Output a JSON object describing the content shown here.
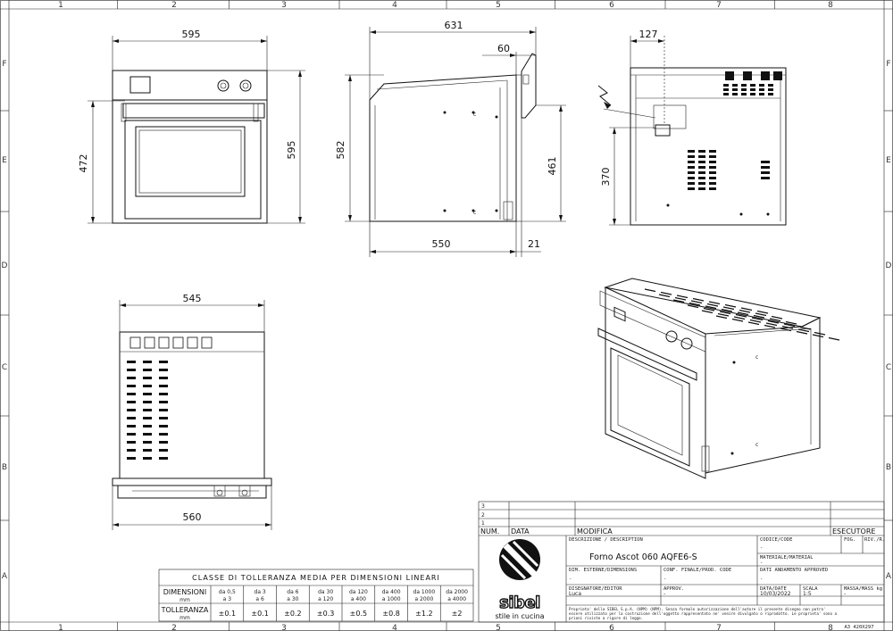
{
  "grid": {
    "cols": [
      "1",
      "2",
      "3",
      "4",
      "5",
      "6",
      "7",
      "8"
    ],
    "rows": [
      "F",
      "E",
      "D",
      "C",
      "B",
      "A"
    ]
  },
  "dims": {
    "front_width": "595",
    "front_height_total": "595",
    "front_height_inner": "472",
    "side_depth_total": "631",
    "side_door": "60",
    "side_height": "582",
    "side_front_height": "461",
    "side_depth_body": "550",
    "side_front_thick": "21",
    "rear_offset": "127",
    "rear_height": "370",
    "top_width_body": "545",
    "top_width_front": "560"
  },
  "tolerance": {
    "title": "CLASSE DI TOLLERANZA MEDIA PER DIMENSIONI LINEARI",
    "row1_label": "DIMENSIONI",
    "row1_unit": "mm",
    "row2_label": "TOLLERANZA",
    "row2_unit": "mm",
    "ranges_top": [
      "da 0,5",
      "da 3",
      "da 6",
      "da 30",
      "da 120",
      "da 400",
      "da 1000",
      "da 2000"
    ],
    "ranges_bot": [
      "a 3",
      "a 6",
      "a 30",
      "a 120",
      "a 400",
      "a 1000",
      "a 2000",
      "a 4000"
    ],
    "values": [
      "±0.1",
      "±0.1",
      "±0.2",
      "±0.3",
      "±0.5",
      "±0.8",
      "±1.2",
      "±2"
    ]
  },
  "titleblock": {
    "rev_rows": [
      "3",
      "2",
      "1"
    ],
    "num_label": "NUM.",
    "data_label": "DATA",
    "modifica_label": "MODIFICA",
    "esecutore_label": "ESECUTORE",
    "descr_label": "DESCRIZIONE / DESCRIPTION",
    "descr_value": "Forno Ascot 060 AQFE6-S",
    "codice_label": "CODICE/CODE",
    "codice_value": "-",
    "fogl_label": "FOG.",
    "rev_label": "RIV./R.",
    "materiale_label": "MATERIALE/MATERIAL",
    "materiale_value": "-",
    "dim_label": "DIM. ESTERNE/DIMENSIONS",
    "dim_value": "-",
    "conf_label": "CONF. FINALE/PROD. CODE",
    "conf_value": "-",
    "appr_label": "DATI ANDAMENTO APPROVED",
    "appr_value": "-",
    "disegnatore_label": "DISEGNATORE/EDITOR",
    "disegnatore_value": "Luca",
    "approv_label": "APPROV.",
    "approv_value": "-",
    "data2_label": "DATA/DATE",
    "data2_value": "10/03/2022",
    "scala_label": "SCALA",
    "scala_value": "1:5",
    "massa_label": "MASSA/MASS kg",
    "massa_value": "-",
    "legal_1": "Proprieta' della SIBEL S.p.A. (NPM) (NPM). Senza formale autorizzazione dell'autore il presente disegno non potra'",
    "legal_2": "essere utilizzato per la costruzione dell'oggetto rappresentato ne' venire divulgato o riprodotto. Le proprieta' sono a",
    "legal_3": "prioni riviste a rigore di legge.",
    "sheet_format": "A3 420X297",
    "brand": "sibel",
    "brand_tag": "stile in cucina"
  }
}
